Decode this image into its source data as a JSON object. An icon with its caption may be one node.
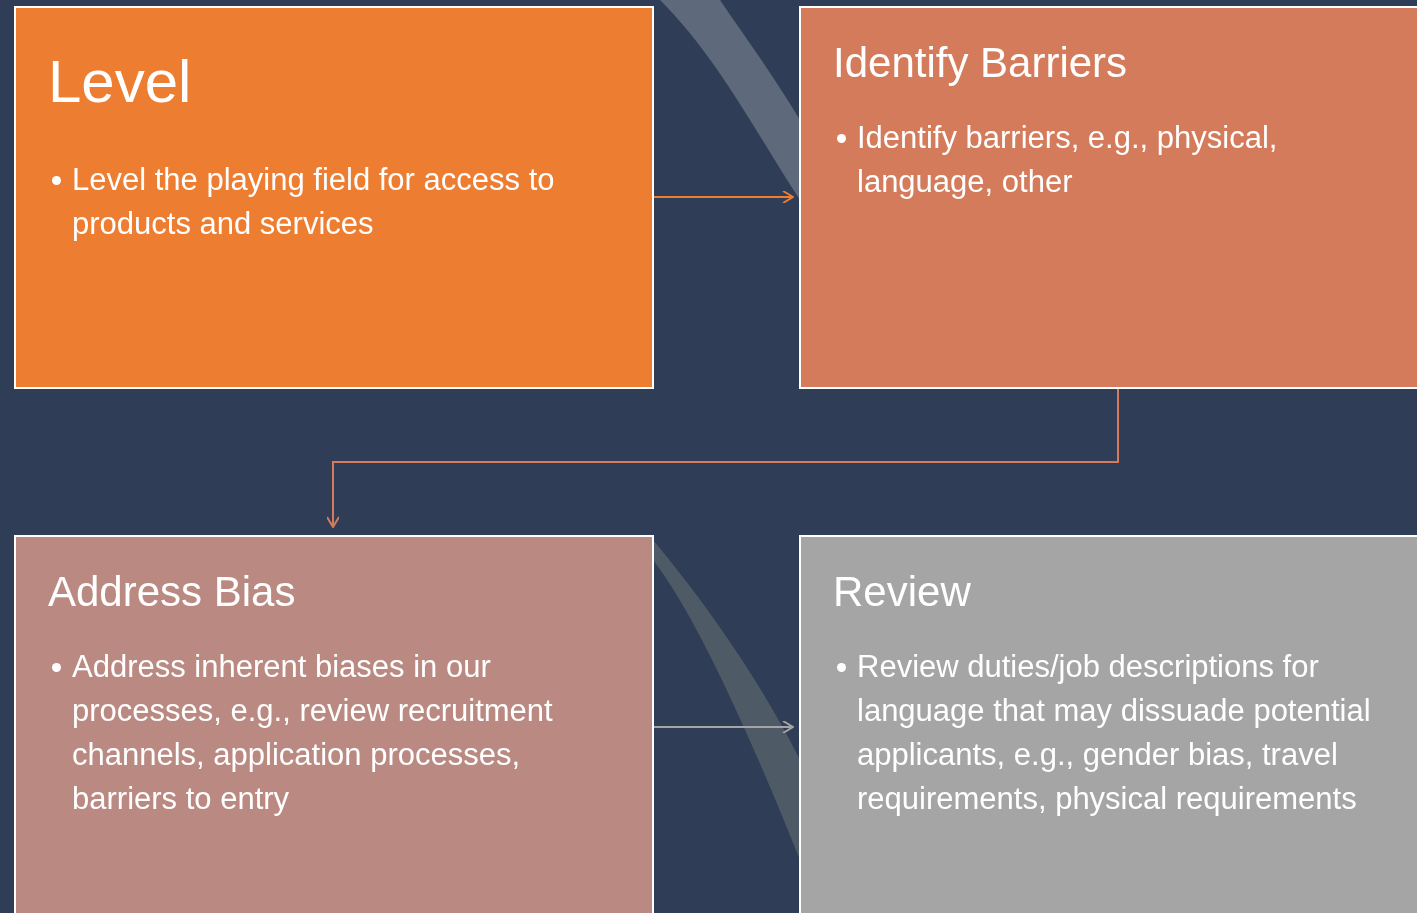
{
  "diagram": {
    "nodes": [
      {
        "text": [
          "Level",
          "Level the playing field for access to products and services"
        ]
      },
      {
        "text": [
          "Identify Barriers",
          "Identify barriers, e.g., physical, language, other"
        ]
      },
      {
        "text": [
          "Address Bias",
          "Address inherent biases in our processes, e.g., review recruitment channels, application processes, barriers to entry"
        ]
      },
      {
        "text": [
          "Review",
          "Review duties/job descriptions for language that may dissuade potential applicants, e.g., gender bias, travel requirements, physical requirements"
        ]
      }
    ],
    "edges": [
      {
        "from": 0,
        "to": 1,
        "arrow": "to",
        "color": "#ed7d31"
      },
      {
        "from": 1,
        "to": 2,
        "arrow": "to",
        "color": "#d47b5c"
      },
      {
        "from": 2,
        "to": 3,
        "arrow": "to",
        "color": "#a5a5a5"
      }
    ]
  }
}
